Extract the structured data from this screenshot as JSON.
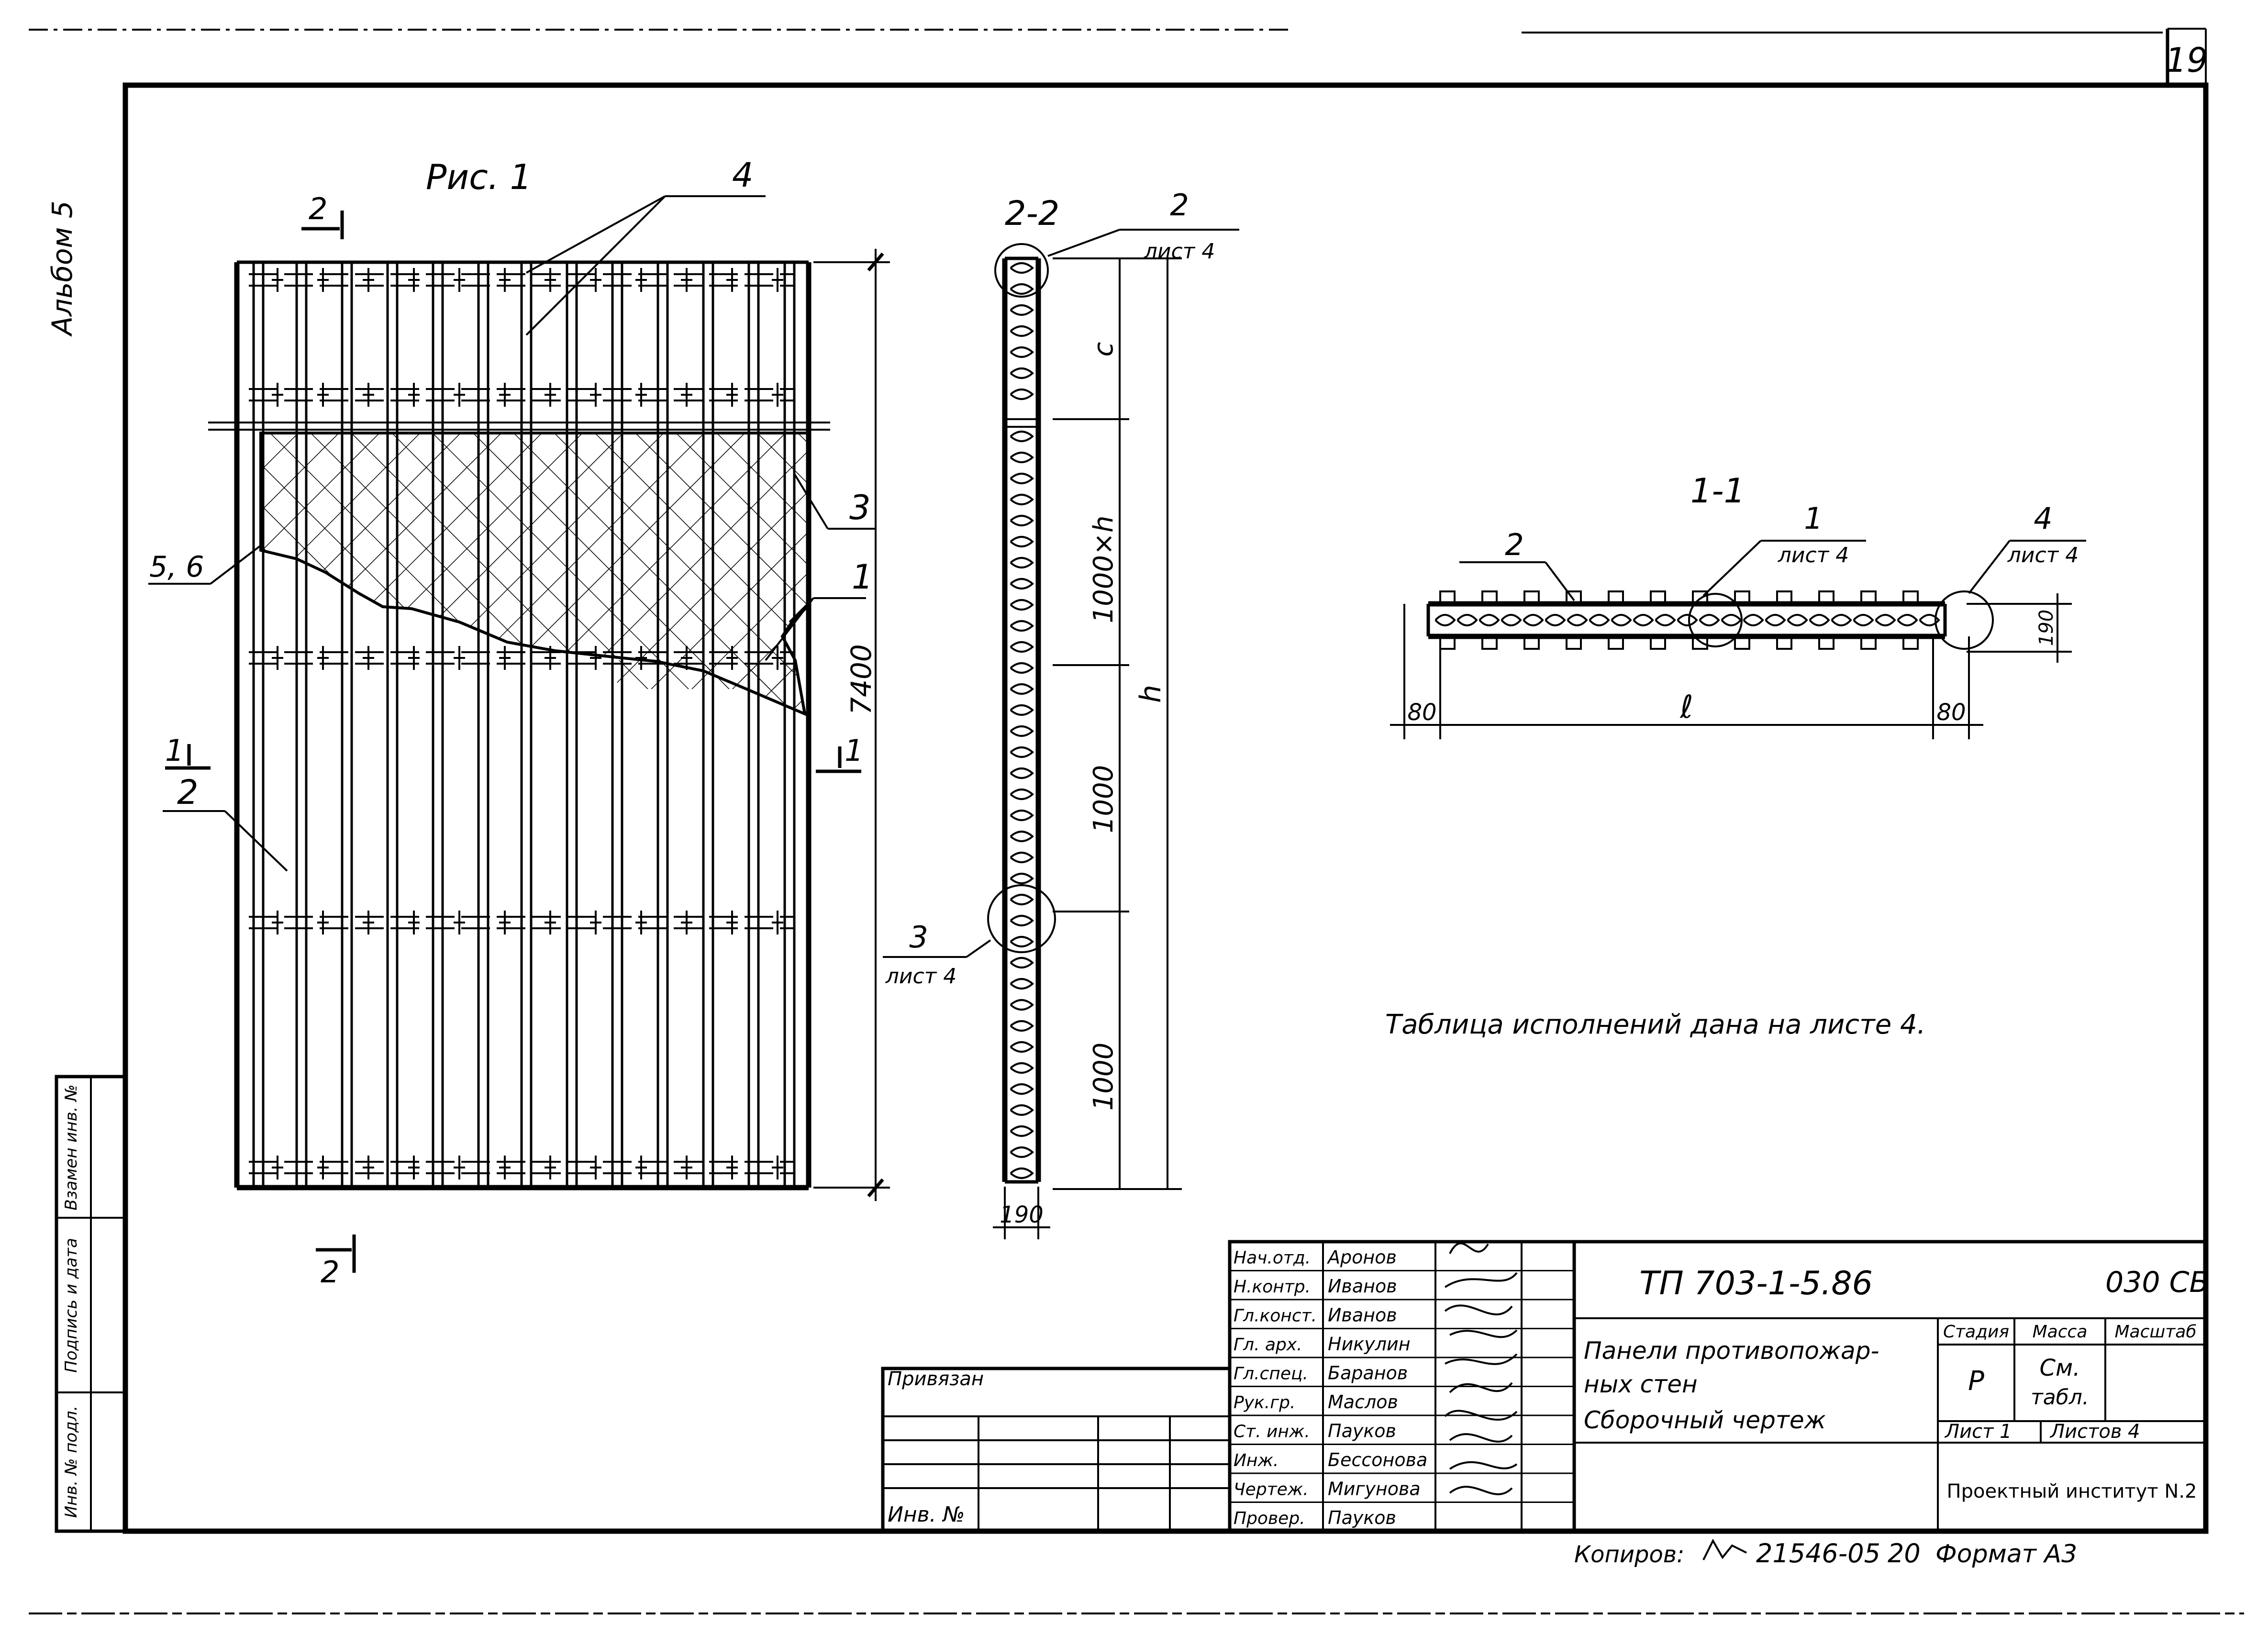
{
  "sheet_number": "19",
  "album_label": "Альбом 5",
  "figure": {
    "title": "Рис. 1",
    "callouts": [
      "1",
      "2",
      "3",
      "4",
      "5, 6"
    ],
    "section_marks": {
      "cut_2": "2",
      "cut_1": "1"
    },
    "dimension_height": "7400"
  },
  "section_2_2": {
    "title": "2-2",
    "ref_top": {
      "num": "2",
      "sheet": "лист 4"
    },
    "ref_mid": {
      "num": "3",
      "sheet": "лист 4"
    },
    "dims": [
      "c",
      "1000×h",
      "1000",
      "1000",
      "h"
    ],
    "thickness": "190"
  },
  "section_1_1": {
    "title": "1-1",
    "label_2": "2",
    "ref_1": {
      "num": "1",
      "sheet": "лист 4"
    },
    "ref_4": {
      "num": "4",
      "sheet": "лист 4"
    },
    "dim_left": "80",
    "dim_length": "ℓ",
    "dim_right": "80",
    "dim_thickness": "190"
  },
  "note": "Таблица исполнений дана на листе 4.",
  "left_stamp": {
    "cells": [
      "Инв. № подл.",
      "Подпись и дата",
      "Взамен инв. №"
    ]
  },
  "binding": {
    "label": "Привязан",
    "inv_label": "Инв. №"
  },
  "signatures": [
    {
      "role": "Нач.отд.",
      "name": "Аронов"
    },
    {
      "role": "Н.контр.",
      "name": "Иванов"
    },
    {
      "role": "Гл.конст.",
      "name": "Иванов"
    },
    {
      "role": "Гл. арх.",
      "name": "Никулин"
    },
    {
      "role": "Гл.спец.",
      "name": "Баранов"
    },
    {
      "role": "Рук.гр.",
      "name": "Маслов"
    },
    {
      "role": "Ст. инж.",
      "name": "Пауков"
    },
    {
      "role": "Инж.",
      "name": "Бессонова"
    },
    {
      "role": "Чертеж.",
      "name": "Мигунова"
    },
    {
      "role": "Провер.",
      "name": "Пауков"
    }
  ],
  "title_block": {
    "code": "ТП 703-1-5.86",
    "code_suffix": "030 СБ",
    "description_lines": [
      "Панели противопожар-",
      "ных стен",
      "Сборочный чертеж"
    ],
    "stage_header": "Стадия",
    "mass_header": "Масса",
    "scale_header": "Масштаб",
    "stage_value": "Р",
    "mass_value_1": "См.",
    "mass_value_2": "табл.",
    "sheet_label": "Лист 1",
    "sheets_label": "Листов 4",
    "organization": "Проектный институт N.2"
  },
  "footer": {
    "copied": "Копиров:",
    "order": "21546-05",
    "num": "20",
    "format": "Формат А3"
  }
}
